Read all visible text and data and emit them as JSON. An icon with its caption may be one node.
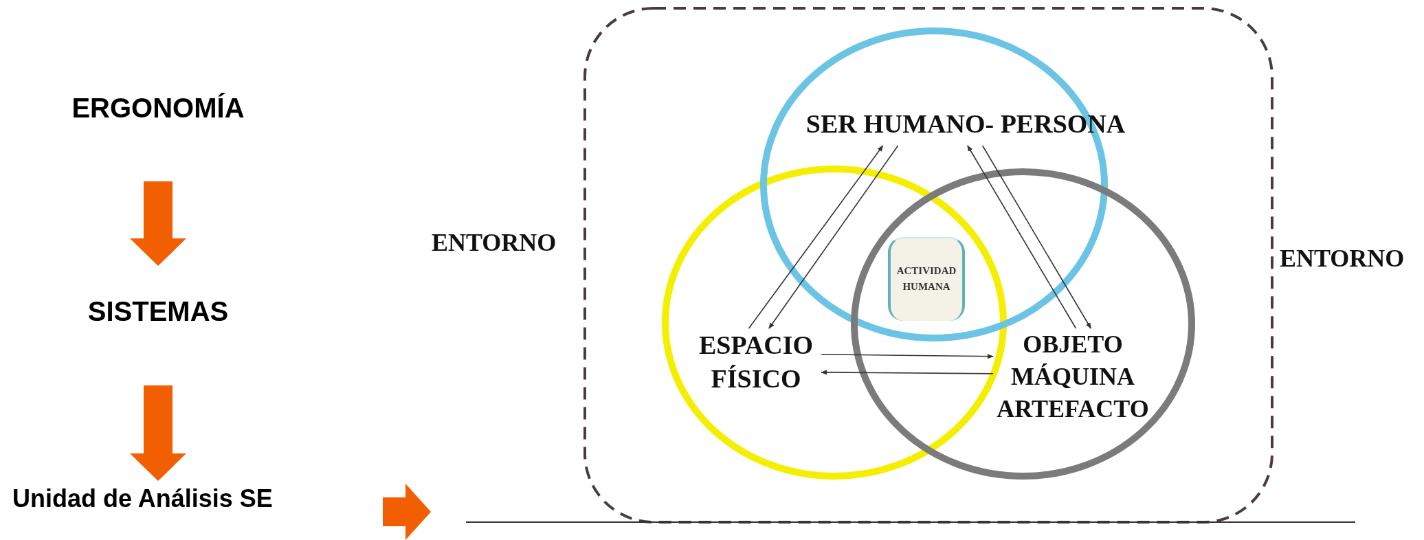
{
  "diagram": {
    "nodes": [
      {
        "text": [
          "ERGONOMÍA"
        ]
      },
      {
        "text": [
          "SISTEMAS"
        ]
      },
      {
        "text": [
          "Unidad de Análisis SE"
        ]
      },
      {
        "text": [],
        "shape": "box"
      },
      {
        "text": [],
        "shape": "circle",
        "in": 3
      },
      {
        "text": [],
        "shape": "circle",
        "in": 3
      },
      {
        "text": [],
        "shape": "circle",
        "in": 3
      },
      {
        "text": [
          "SER HUMANO- PERSONA"
        ],
        "in": 5
      },
      {
        "text": [
          "ESPACIO FÍSICO"
        ],
        "in": 4
      },
      {
        "text": [
          "OBJETO MÁQUINA ARTEFACTO"
        ],
        "in": 6
      },
      {
        "text": [
          "ACTIVIDAD HUMANA"
        ]
      }
    ],
    "edges": [
      {
        "from": 0,
        "to": 1,
        "arrow": "to",
        "style": "thick",
        "color": "#f25f00"
      },
      {
        "from": 1,
        "to": 2,
        "arrow": "to",
        "style": "thick",
        "color": "#f25f00"
      },
      {
        "from": 8,
        "to": 7,
        "arrow": "to"
      },
      {
        "from": 7,
        "to": 8,
        "arrow": "to"
      },
      {
        "from": 7,
        "to": 9,
        "arrow": "to"
      },
      {
        "from": 9,
        "to": 7,
        "arrow": "to"
      },
      {
        "from": 8,
        "to": 9,
        "arrow": "to"
      },
      {
        "from": 9,
        "to": 8,
        "arrow": "to"
      }
    ],
    "labels": [
      "ENTORNO",
      "ENTORNO"
    ]
  }
}
